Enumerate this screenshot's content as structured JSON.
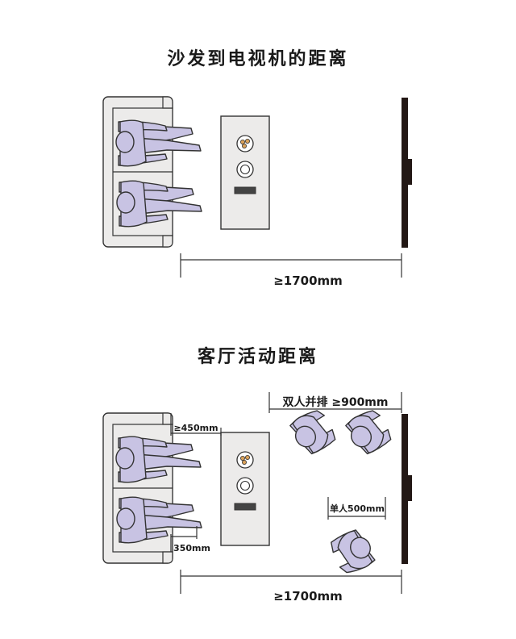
{
  "colors": {
    "person": "#c8c3e3",
    "furniture": "#ecebea",
    "outline": "#333333",
    "wall": "#231815"
  },
  "icons": [
    "seated-person-icon",
    "standing-person-icon",
    "sofa-icon",
    "coffee-table-icon",
    "tv-wall-icon"
  ],
  "section1": {
    "title": "沙发到电视机的距离",
    "distance_label": "≥1700mm"
  },
  "section2": {
    "title": "客厅活动距离",
    "side_by_side_label": "双人并排 ≥900mm",
    "single_label": "单人500mm",
    "knee_gap_label": "≥450mm",
    "leg_gap_label": "350mm",
    "distance_label": "≥1700mm"
  }
}
